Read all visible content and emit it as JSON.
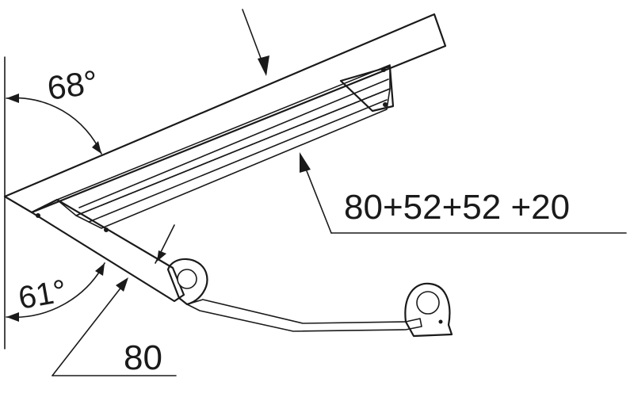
{
  "annotations": {
    "angle_upper": "68°",
    "angle_lower": "61°",
    "dimension_upper": "80+52+52 +20",
    "dimension_lower": "80"
  },
  "colors": {
    "ink": "#1a1a1a",
    "paper": "#ffffff"
  }
}
